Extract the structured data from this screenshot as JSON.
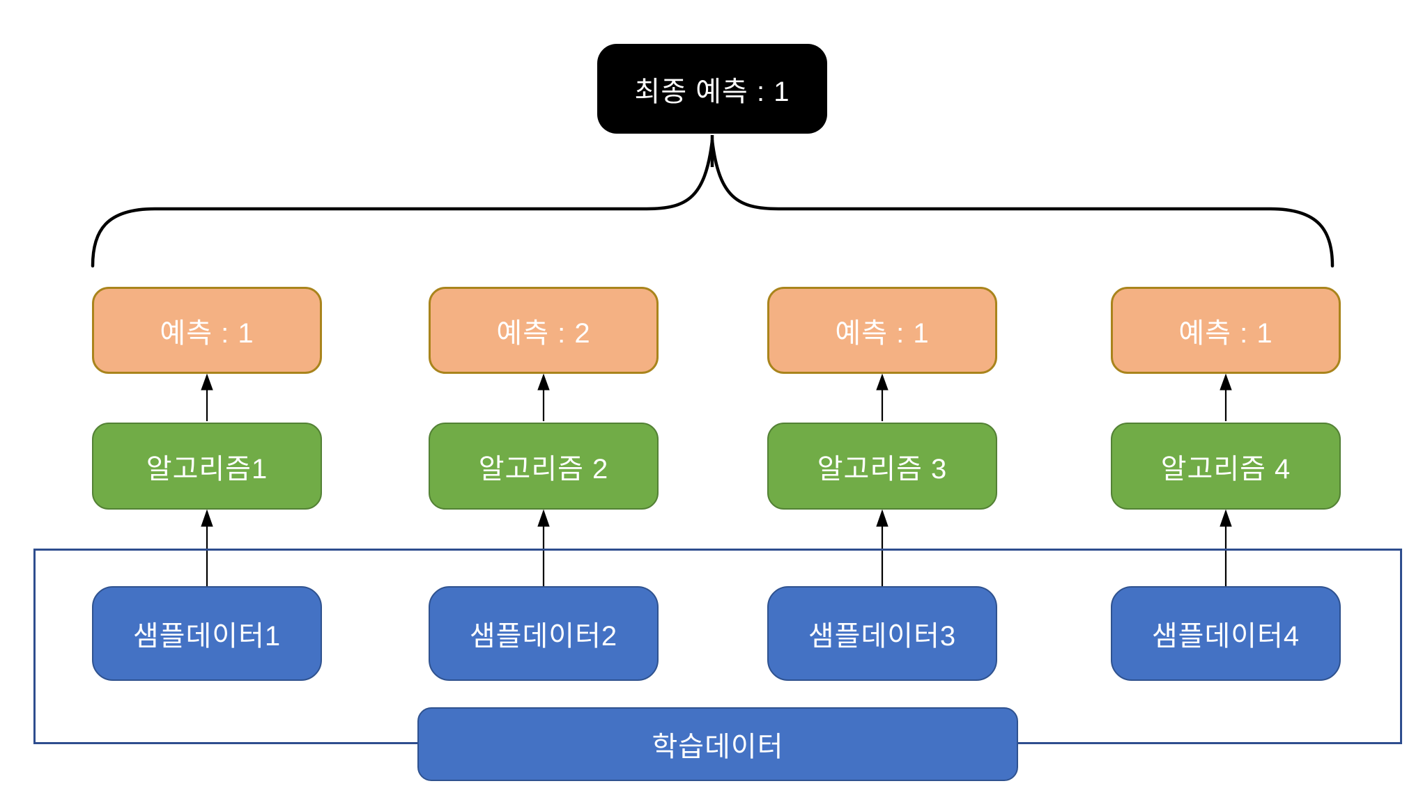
{
  "diagram": {
    "title_node": {
      "label": "최종 예측 : 1"
    },
    "predictions": [
      {
        "label": "예측 : 1"
      },
      {
        "label": "예측 : 2"
      },
      {
        "label": "예측 : 1"
      },
      {
        "label": "예측 : 1"
      }
    ],
    "algorithms": [
      {
        "label": "알고리즘1"
      },
      {
        "label": "알고리즘 2"
      },
      {
        "label": "알고리즘 3"
      },
      {
        "label": "알고리즘 4"
      }
    ],
    "samples": [
      {
        "label": "샘플데이터1"
      },
      {
        "label": "샘플데이터2"
      },
      {
        "label": "샘플데이터3"
      },
      {
        "label": "샘플데이터4"
      }
    ],
    "training_data": {
      "label": "학습데이터"
    },
    "colors": {
      "final_bg": "#000000",
      "final_text": "#ffffff",
      "pred_fill": "#F4B183",
      "pred_border": "#A9841C",
      "algo_fill": "#71AC47",
      "algo_border": "#538135",
      "sample_fill": "#4472C4",
      "sample_border": "#2F528F",
      "pool_border": "#2E4D8E",
      "connector": "#000000"
    }
  }
}
